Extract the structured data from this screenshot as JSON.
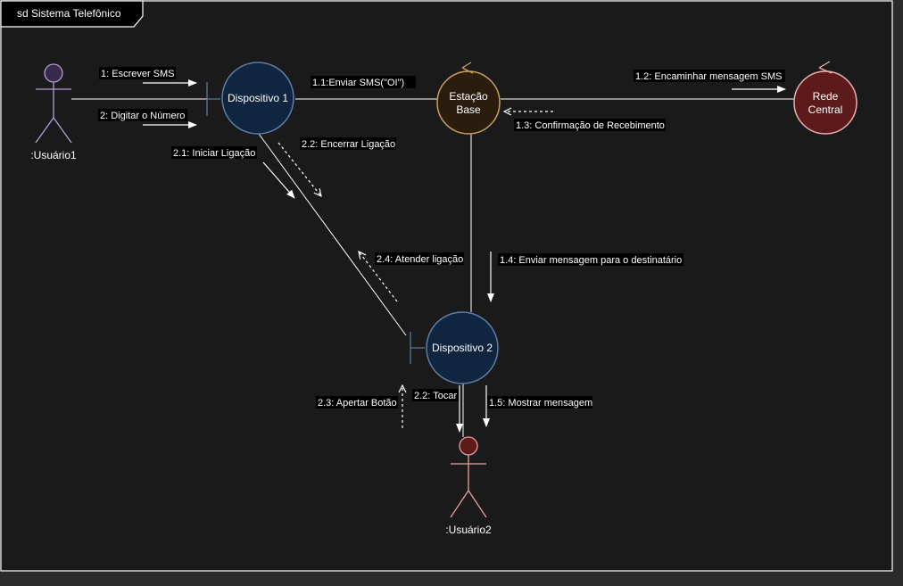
{
  "frame": {
    "title": "sd Sistema Telefônico"
  },
  "actors": {
    "user1": {
      "label": ":Usuário1",
      "color": "#b39ddb"
    },
    "user2": {
      "label": ":Usuário2",
      "color": "#e8a0a0"
    }
  },
  "objects": {
    "device1": {
      "label": "Dispositivo 1",
      "fill": "#0f2540",
      "stroke": "#5d7da8"
    },
    "device2": {
      "label": "Dispositivo 2",
      "fill": "#0f2540",
      "stroke": "#5d7da8"
    },
    "base_station": {
      "label_line1": "Estação",
      "label_line2": "Base",
      "fill": "#2b1d0e",
      "stroke": "#c8a060"
    },
    "central_network": {
      "label_line1": "Rede",
      "label_line2": "Central",
      "fill": "#5c1a1a",
      "stroke": "#e8b0b0"
    }
  },
  "messages": {
    "m1": "1: Escrever SMS",
    "m2": "2: Digitar o Número",
    "m1_1": "1.1:Enviar SMS(\"OI\")",
    "m1_2": "1.2: Encaminhar mensagem SMS",
    "m1_3": "1.3: Confirmação de Recebimento",
    "m1_4": "1.4: Enviar mensagem para o destinatário",
    "m1_5": "1.5: Mostrar mensagem",
    "m2_1": "2.1: Iniciar Ligação",
    "m2_2a": "2.2: Encerrar Ligação",
    "m2_2b": "2.2: Tocar",
    "m2_3": "2.3: Apertar Botão",
    "m2_4": "2.4: Atender ligação"
  },
  "colors": {
    "canvas": "#1a1a1a",
    "border": "#ffffff",
    "line": "#ffffff",
    "page_background": "#2b2b2b"
  }
}
